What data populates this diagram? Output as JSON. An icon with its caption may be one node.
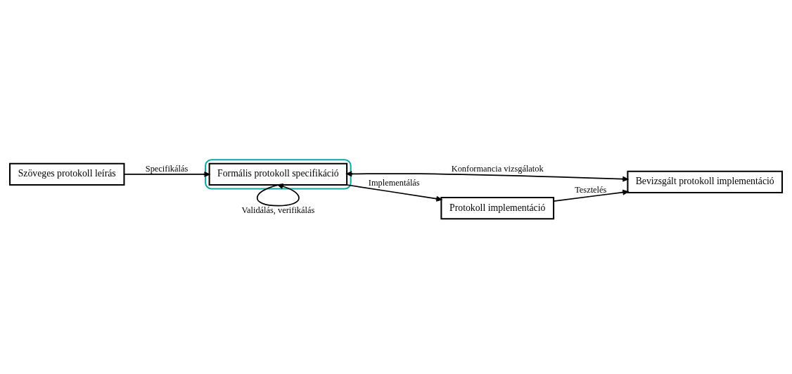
{
  "diagram": {
    "nodes": [
      {
        "text": [
          "Szöveges protokoll leírás"
        ]
      },
      {
        "text": [],
        "shape": "ellipse"
      },
      {
        "text": [
          "Formális protokoll specifikáció"
        ],
        "in": 1
      },
      {
        "text": [
          "Bevizsgált protokoll implementáció"
        ]
      },
      {
        "text": [
          "Protokoll implementáció"
        ]
      }
    ],
    "edges": [
      {
        "from": 0,
        "to": 2,
        "arrow": "to",
        "label": "Specifikálás"
      },
      {
        "from": 2,
        "to": 2,
        "arrow": "to",
        "label": "Validálás, verifikálás"
      },
      {
        "from": 2,
        "to": 3,
        "arrow": "both",
        "label": "Konformancia vizsgálatok"
      },
      {
        "from": 2,
        "to": 4,
        "arrow": "to",
        "label": "Implementálás"
      },
      {
        "from": 4,
        "to": 3,
        "arrow": "to",
        "label": "Tesztelés"
      }
    ]
  }
}
